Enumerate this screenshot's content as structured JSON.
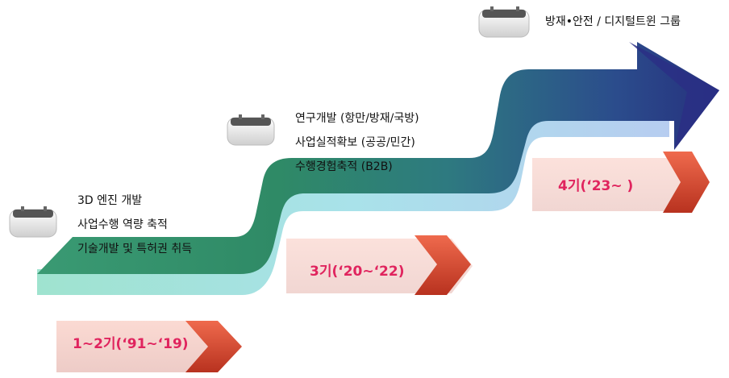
{
  "stages": [
    {
      "label": "1~2기(‘91~‘19)",
      "items": [
        "3D 엔진 개발",
        "사업수행 역량 축적",
        "기술개발 및 특허권 취득"
      ]
    },
    {
      "label": "3기(‘20~‘22)",
      "items": [
        "연구개발 (항만/방재/국방)",
        "사업실적확보 (공공/민간)",
        "수행경험축적 (B2B)"
      ]
    },
    {
      "label": "4기(‘23~  )",
      "items": [
        "방재•안전 / 디지털트윈 그룹"
      ]
    }
  ],
  "colors": {
    "stage_text": "#e0245e",
    "tab_arrow": "#d7412c",
    "ribbon_start": "#2f8a62",
    "ribbon_mid": "#2e7f7b",
    "ribbon_end": "#2a3585"
  }
}
